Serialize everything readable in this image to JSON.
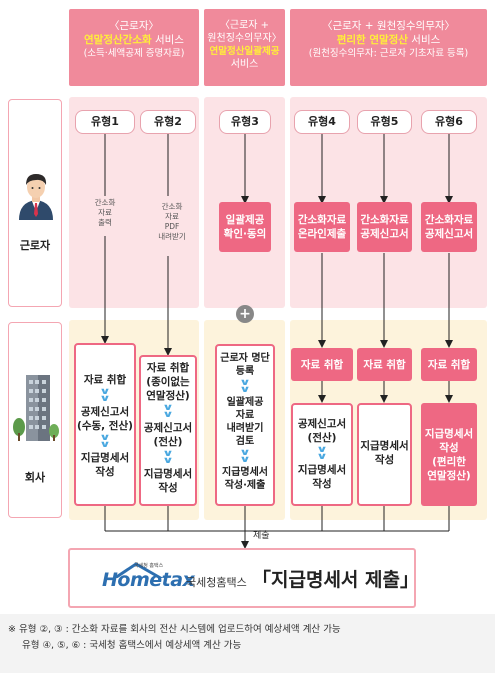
{
  "headers": [
    {
      "l1": "〈근로자〉",
      "l2": "연말정산간소화 서비스",
      "l2_accent": "연말정산간소화",
      "l2_rest": " 서비스",
      "l3": "(소득·세액공제 증명자료)"
    },
    {
      "l1": "〈근로자 +",
      "l2": "원천징수의무자〉",
      "l3": "연말정산일괄제공",
      "l4": "서비스"
    },
    {
      "l1": "〈근로자 + 원천징수의무자〉",
      "l2_accent": "편리한 연말정산",
      "l2_rest": " 서비스",
      "l3": "(원천징수의무자: 근로자 기초자료 등록)"
    }
  ],
  "rows": {
    "worker": "근로자",
    "company": "회사"
  },
  "types": [
    "유형1",
    "유형2",
    "유형3",
    "유형4",
    "유형5",
    "유형6"
  ],
  "arrow_labels": {
    "t1": [
      "간소화",
      "자료",
      "출력"
    ],
    "t2": [
      "간소화",
      "자료",
      "PDF",
      "내려받기"
    ]
  },
  "worker_boxes": {
    "t3": [
      "일괄제공",
      "확인·동의"
    ],
    "t4": [
      "간소화자료",
      "온라인제출"
    ],
    "t5": [
      "간소화자료",
      "공제신고서"
    ],
    "t6": [
      "간소화자료",
      "공제신고서"
    ]
  },
  "plus": "+",
  "company": {
    "t1": {
      "a": [
        "자료 취합"
      ],
      "b": [
        "공제신고서",
        "(수동, 전산)"
      ],
      "c": [
        "지급명세서",
        "작성"
      ]
    },
    "t2": {
      "a": [
        "자료 취합",
        "(종이없는",
        "연말정산)"
      ],
      "b": [
        "공제신고서",
        "(전산)"
      ],
      "c": [
        "지급명세서",
        "작성"
      ]
    },
    "t3": {
      "a": [
        "근로자 명단",
        "등록"
      ],
      "b": [
        "일괄제공",
        "자료",
        "내려받기",
        "검토"
      ],
      "c": [
        "지급명세서",
        "작성·제출"
      ]
    },
    "t4": {
      "a": "자료 취합",
      "b": [
        "공제신고서",
        "(전산)",
        "",
        "지급명세서",
        "작성"
      ]
    },
    "t5": {
      "a": "자료 취합",
      "b": [
        "지급명세서",
        "작성"
      ]
    },
    "t6": {
      "a": "자료 취합",
      "b": [
        "지급명세서",
        "작성",
        "(편리한",
        "연말정산)"
      ]
    }
  },
  "submit_label": "제출",
  "final": {
    "logo": "Hometax",
    "logo_small": "국세청 홈택스",
    "brand": "국세청홈택스",
    "title": "「지급명세서 제출」"
  },
  "notes": [
    "※ 유형 ②, ③ : 간소화 자료를 회사의 전산 시스템에 업로드하여 예상세액 계산 가능",
    "유형 ④, ⑤, ⑥ : 국세청 홈택스에서 예상세액 계산 가능"
  ],
  "colors": {
    "header": "#f08a9b",
    "accent_yellow": "#ffee3a",
    "pink_box": "#ee6883",
    "worker_band": "#fce3e6",
    "company_band": "#fdf3dc",
    "chevron": "#4aa8e0"
  }
}
